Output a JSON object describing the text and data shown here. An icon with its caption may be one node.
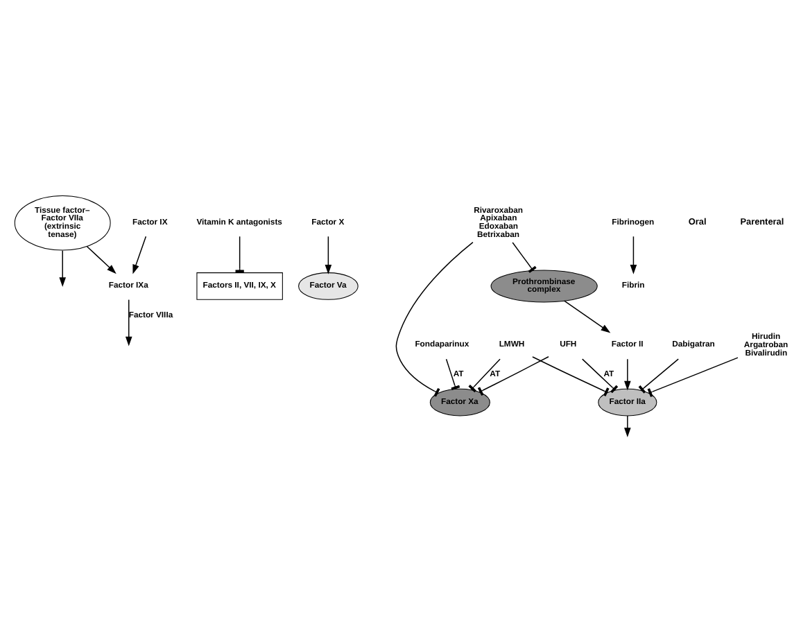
{
  "diagram": {
    "nodes": [
      {
        "text": [
          "Tissue factor– Factor VIIa (extrinsic tenase)"
        ]
      },
      {
        "text": [
          "Vitamin K antagonists"
        ]
      },
      {
        "text": [
          "Factors II, VII, IX, X"
        ]
      },
      {
        "text": [
          "Factor X"
        ]
      },
      {
        "text": [
          "Factor IX"
        ]
      },
      {
        "text": [
          "Factor IXa"
        ]
      },
      {
        "text": [
          "Factor Va"
        ]
      },
      {
        "text": [
          "Factor Xa"
        ]
      },
      {
        "text": [
          "Prothrombinase complex"
        ]
      },
      {
        "text": [
          "Rivaroxaban Apixaban Edoxaban Betrixaban"
        ]
      },
      {
        "text": [
          "Fondaparinux"
        ]
      },
      {
        "text": [
          "LMWH"
        ]
      },
      {
        "text": [
          "UFH"
        ]
      },
      {
        "text": [
          "Factor II"
        ]
      },
      {
        "text": [
          "Dabigatran"
        ]
      },
      {
        "text": [
          "Factor IIa"
        ]
      },
      {
        "text": [
          "Hirudin Argatroban Bivalirudin"
        ]
      },
      {
        "text": [
          "Fibrinogen"
        ]
      },
      {
        "text": [
          "Fibrin"
        ]
      }
    ],
    "edges": [
      {
        "from": 1,
        "to": 2,
        "arrow": "other"
      },
      {
        "from": 0,
        "to": null,
        "arrow": "to"
      },
      {
        "from": 0,
        "to": 5,
        "arrow": "to"
      },
      {
        "from": 4,
        "to": 5,
        "arrow": "to"
      },
      {
        "from": 5,
        "to": null,
        "arrow": "to",
        "label": "Factor VIIIa"
      },
      {
        "from": 3,
        "to": 6,
        "arrow": "to"
      },
      {
        "from": 9,
        "to": 7,
        "arrow": "other"
      },
      {
        "from": 9,
        "to": 8,
        "arrow": "other"
      },
      {
        "from": 10,
        "to": 7,
        "arrow": "other",
        "label": "AT"
      },
      {
        "from": 11,
        "to": 7,
        "arrow": "other",
        "label": "AT"
      },
      {
        "from": 12,
        "to": 7,
        "arrow": "other"
      },
      {
        "from": 11,
        "to": 15,
        "arrow": "other"
      },
      {
        "from": 12,
        "to": 15,
        "arrow": "other",
        "label": "AT"
      },
      {
        "from": 8,
        "to": 13,
        "arrow": "to"
      },
      {
        "from": 13,
        "to": 15,
        "arrow": "to"
      },
      {
        "from": 14,
        "to": 15,
        "arrow": "other"
      },
      {
        "from": 16,
        "to": 15,
        "arrow": "other"
      },
      {
        "from": 15,
        "to": null,
        "arrow": "to"
      },
      {
        "from": 17,
        "to": 18,
        "arrow": "to"
      }
    ],
    "labels": [
      "Oral",
      "Parenteral"
    ]
  }
}
